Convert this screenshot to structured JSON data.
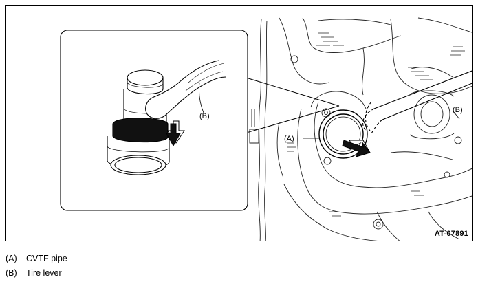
{
  "callouts": {
    "inset_b": "(B)",
    "main_a": "(A)",
    "main_b": "(B)"
  },
  "figure_id": "AT-07891",
  "legend": [
    {
      "key": "(A)",
      "text": "CVTF pipe"
    },
    {
      "key": "(B)",
      "text": "Tire lever"
    }
  ],
  "icons": {
    "pull_direction": "arrow-down-icon"
  }
}
